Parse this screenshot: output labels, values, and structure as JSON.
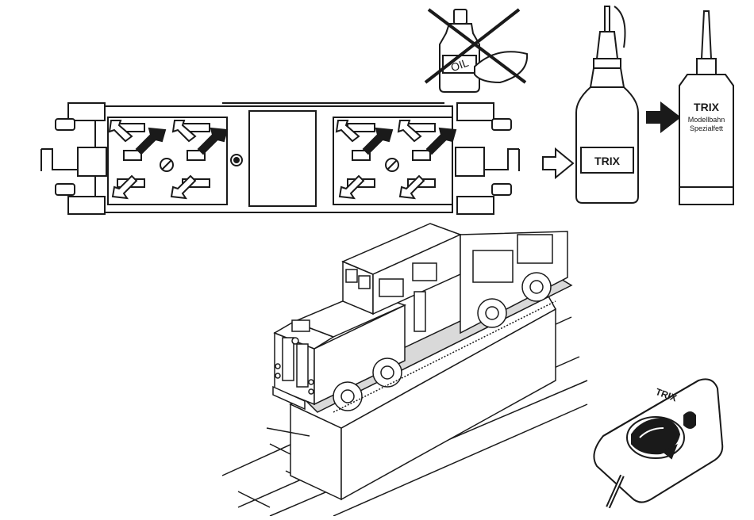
{
  "oil_bottle": {
    "label": "OIL",
    "crossed_out": true
  },
  "grease_bottle": {
    "brand": "TRIX"
  },
  "grease_tube": {
    "brand": "TRIX",
    "line1": "Modellbahn",
    "line2": "Spezialfett"
  },
  "controller": {
    "brand": "TRIX"
  },
  "colors": {
    "ink": "#1a1a1a",
    "paper": "#ffffff",
    "shade": "#d9d9d9"
  },
  "icons": [
    "oil-bottle-crossed-icon",
    "grease-bottle-icon",
    "grease-tube-icon",
    "arrow-outline-icon",
    "arrow-solid-icon",
    "lubrication-arrow-icon",
    "speed-controller-icon"
  ]
}
